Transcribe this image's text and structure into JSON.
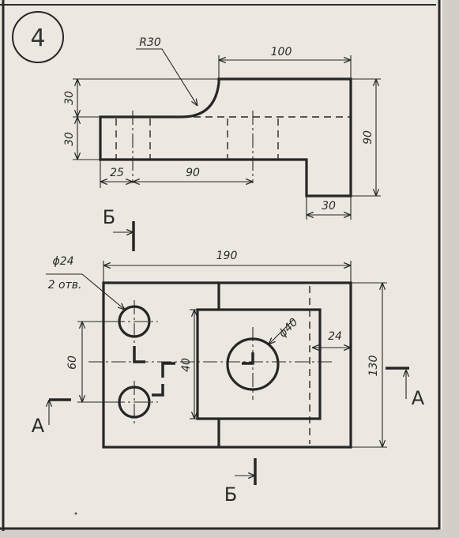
{
  "sheet": {
    "task_number": "4"
  },
  "front_view": {
    "dims": {
      "radius": "R30",
      "width_top": "100",
      "height_upper": "30",
      "height_lower": "30",
      "height_total": "90",
      "hole_offset": "25",
      "hole_spacing": "90",
      "foot_width": "30"
    }
  },
  "top_view": {
    "dims": {
      "width_total": "190",
      "hole_diameter": "ϕ24",
      "hole_count": "2 отв.",
      "hole_spacing": "60",
      "boss_height": "40",
      "boss_hole_diameter": "ϕ40",
      "slot_offset": "24",
      "depth_total": "130"
    }
  },
  "section_marks": {
    "a_left": "A",
    "a_right": "A",
    "b_top": "Б",
    "b_bottom": "Б"
  },
  "colors": {
    "paper": "#ece8e1",
    "ink": "#262626",
    "frame": "#2a2a2a"
  }
}
